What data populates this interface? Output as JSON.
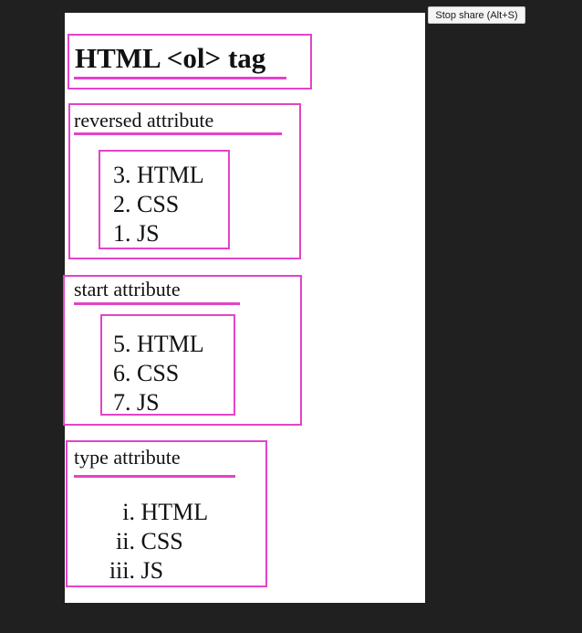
{
  "tooltip": {
    "label": "Stop share (Alt+S)"
  },
  "title": "HTML <ol> tag",
  "sections": [
    {
      "heading": "reversed attribute",
      "items": [
        {
          "marker": "3.",
          "text": "HTML"
        },
        {
          "marker": "2.",
          "text": "CSS"
        },
        {
          "marker": "1.",
          "text": "JS"
        }
      ]
    },
    {
      "heading": "start attribute",
      "items": [
        {
          "marker": "5.",
          "text": "HTML"
        },
        {
          "marker": "6.",
          "text": "CSS"
        },
        {
          "marker": "7.",
          "text": "JS"
        }
      ]
    },
    {
      "heading": "type attribute",
      "items": [
        {
          "marker": "i.",
          "text": "HTML"
        },
        {
          "marker": "ii.",
          "text": "CSS"
        },
        {
          "marker": "iii.",
          "text": "JS"
        }
      ]
    }
  ],
  "colors": {
    "highlight": "#e443c9",
    "page": "#ffffff",
    "background": "#202020"
  }
}
